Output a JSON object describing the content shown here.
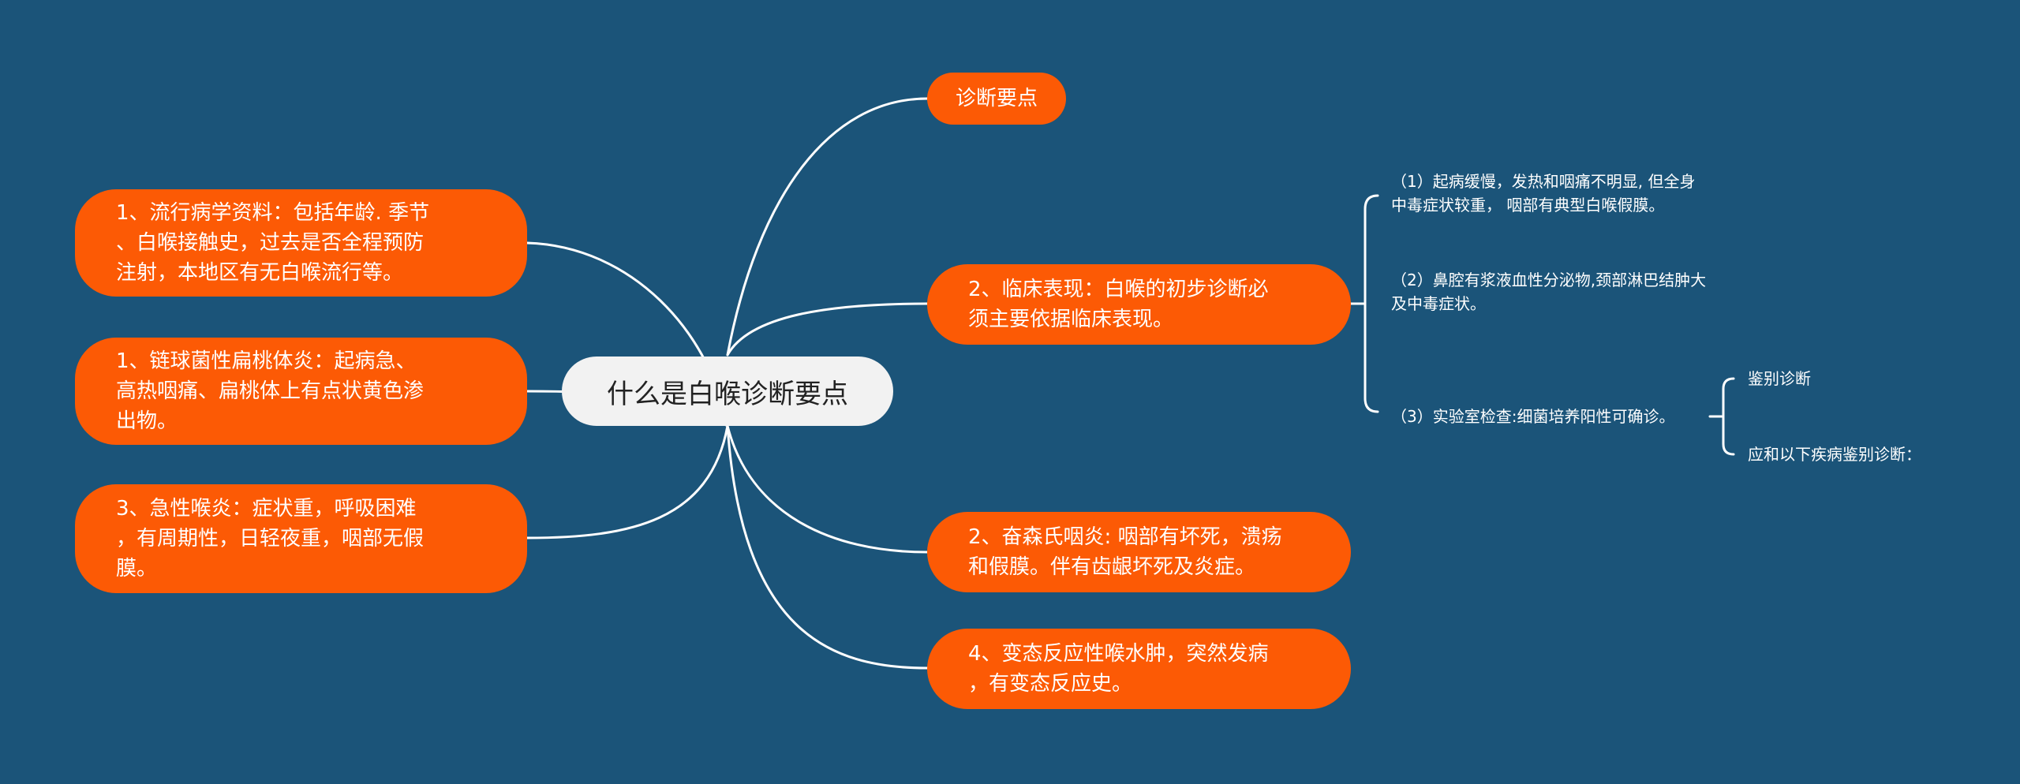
{
  "center": {
    "label": "什么是白喉诊断要点"
  },
  "left_nodes": [
    {
      "lines": [
        "1、流行病学资料：包括年龄. 季节",
        "、白喉接触史，过去是否全程预防",
        "注射，本地区有无白喉流行等。"
      ]
    },
    {
      "lines": [
        "1、链球菌性扁桃体炎：起病急、",
        "高热咽痛、扁桃体上有点状黄色渗",
        "出物。"
      ]
    },
    {
      "lines": [
        "3、急性喉炎：症状重，呼吸困难",
        "，有周期性，日轻夜重，咽部无假",
        "膜。"
      ]
    }
  ],
  "right_nodes": [
    {
      "lines": [
        "诊断要点"
      ]
    },
    {
      "lines": [
        "2、临床表现：白喉的初步诊断必",
        "须主要依据临床表现。"
      ]
    },
    {
      "lines": [
        "2、奋森氏咽炎: 咽部有坏死，溃疡",
        "和假膜。伴有齿龈坏死及炎症。"
      ]
    },
    {
      "lines": [
        "4、变态反应性喉水肿，突然发病",
        "，有变态反应史。"
      ]
    }
  ],
  "clinical_details": [
    {
      "lines": [
        "（1）起病缓慢，发热和咽痛不明显, 但全身",
        "中毒症状较重，  咽部有典型白喉假膜。"
      ]
    },
    {
      "lines": [
        "（2）鼻腔有浆液血性分泌物,颈部淋巴结肿大",
        "及中毒症状。"
      ]
    },
    {
      "lines": [
        "（3）实验室检查:细菌培养阳性可确诊。"
      ]
    }
  ],
  "lab_children": [
    {
      "label": "鉴别诊断"
    },
    {
      "label": "应和以下疾病鉴别诊断："
    }
  ],
  "colors": {
    "background": "#1b5479",
    "node": "#fc5a05",
    "center": "#f2f2f2",
    "line": "#ffffff"
  }
}
